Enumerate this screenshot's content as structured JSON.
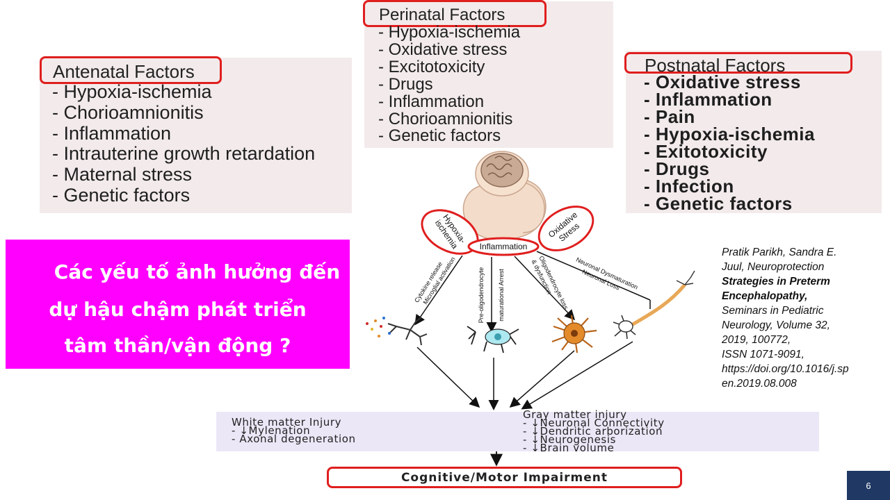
{
  "antenatal": {
    "title": "Antenatal Factors",
    "items": [
      "- Hypoxia-ischemia",
      "- Chorioamnionitis",
      "- Inflammation",
      "- Intrauterine growth retardation",
      "- Maternal stress",
      "- Genetic factors"
    ]
  },
  "perinatal": {
    "title": "Perinatal Factors",
    "items": [
      "- Hypoxia-ischemia",
      "- Oxidative stress",
      "- Excitotoxicity",
      "- Drugs",
      "- Inflammation",
      "- Chorioamnionitis",
      "- Genetic factors"
    ]
  },
  "postnatal": {
    "title": "Postnatal Factors",
    "items": [
      "- Oxidative stress",
      "- Inflammation",
      "- Pain",
      "- Hypoxia-ischemia",
      "- Exitotoxicity",
      "- Drugs",
      "- Infection",
      "- Genetic factors"
    ]
  },
  "question": {
    "lines": [
      "Các yếu tố ảnh hưởng đến",
      "dự hậu chậm phát triển",
      "tâm thần/vận động ?"
    ]
  },
  "diagram": {
    "hypoxia_line1": "Hypoxia-",
    "hypoxia_line2": "ischemia",
    "inflammation": "Inflammation",
    "oxidative_line1": "Oxidative",
    "oxidative_line2": "Stress",
    "path1_line1": "Cytokine release",
    "path1_line2": "Microglial activation",
    "path2_line1": "Pre-oligodendrocyte",
    "path2_line2": "maturational Arrest",
    "path3_line1": "Oligodendrocyte loss",
    "path3_line2": "& dysfunction",
    "path4_line1": "Neuronal Dysmaturation",
    "path4_line2": "Neuronal Loss"
  },
  "injury": {
    "white_title": "White matter Injury",
    "white_items": [
      "- ↓Mylenation",
      "- Axonal degeneration"
    ],
    "gray_title": "Gray matter injury",
    "gray_items": [
      "- ↓Neuronal Connectivity",
      "- ↓Dendritic arborization",
      "- ↓Neurogenesis",
      "- ↓Brain volume"
    ]
  },
  "outcome": "Cognitive/Motor Impairment",
  "citation": {
    "lines": [
      "Pratik Parikh, Sandra E.",
      "Juul, Neuroprotection",
      "Strategies in Preterm",
      "Encephalopathy,",
      "Seminars in Pediatric",
      "Neurology, Volume 32,",
      "2019, 100772,",
      "ISSN 1071-9091,",
      "https://doi.org/10.1016/j.sp",
      "en.2019.08.008"
    ]
  },
  "page_number": "6",
  "colors": {
    "highlight": "#e01e1e",
    "question_bg": "#ff00ff",
    "panel_bg": "#f3ebeb",
    "injury_bg": "#ece7f7",
    "page_badge": "#1f3864"
  }
}
